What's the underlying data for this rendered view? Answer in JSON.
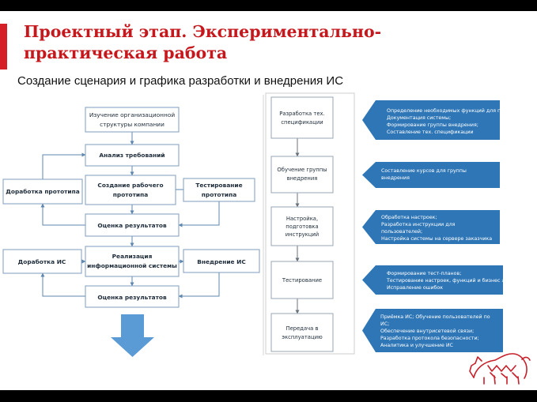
{
  "slide": {
    "title_line1": "Проектный этап. Экспериментально-",
    "title_line2": "практическая работа",
    "subtitle": "Создание  сценария и графика разработки и внедрения ИС",
    "colors": {
      "title": "#c6171c",
      "accent_bar": "#d51f26",
      "banner": "#2e76b6",
      "down_arrow": "#5b9bd5"
    }
  },
  "left_flow": {
    "study": [
      "Изучение организационной",
      "структуры компании"
    ],
    "analysis": [
      "Анализ требований"
    ],
    "prototype": [
      "Создание рабочего",
      "прототипа"
    ],
    "test_proto": [
      "Тестирование",
      "прототипа"
    ],
    "refine_proto": [
      "Доработка прототипа"
    ],
    "evaluate1": [
      "Оценка результатов"
    ],
    "implement": [
      "Реализация",
      "информационной системы"
    ],
    "refine_is": [
      "Доработка ИС"
    ],
    "deploy_is": [
      "Внедрение ИС"
    ],
    "evaluate2": [
      "Оценка результатов"
    ]
  },
  "right_flow": {
    "steps": [
      {
        "box": [
          "Разработка тех.",
          "спецификации"
        ],
        "banner": [
          "Определение необходимых функций для продукта;",
          "Документация системы;",
          "Формирование группы внедрения;",
          "Составление тех. спецификации"
        ]
      },
      {
        "box": [
          "Обучение группы",
          "внедрения"
        ],
        "banner": [
          "Составление курсов для группы",
          "внедрения"
        ]
      },
      {
        "box": [
          "Настройка,",
          "подготовка",
          "инструкций"
        ],
        "banner": [
          "Обработка настроек;",
          "Разработка инструкции для",
          "пользователей;",
          "Настройка системы на сервере заказчика"
        ]
      },
      {
        "box": [
          "Тестирование"
        ],
        "banner": [
          "Формирование тест-планов;",
          "Тестирование настроек, функций и бизнес логики;",
          "Исправление ошибок"
        ]
      },
      {
        "box": [
          "Передача в",
          "эксплуатацию"
        ],
        "banner": [
          "Приёмка ИС; Обучение пользователей по",
          "ИС;",
          "Обеспечение внутрисетевой связи;",
          "Разработка протокола безопасности;",
          "Аналитика и улучшение ИС"
        ]
      }
    ]
  },
  "icons": [
    "down-arrow-icon",
    "rhino-logo-icon"
  ]
}
